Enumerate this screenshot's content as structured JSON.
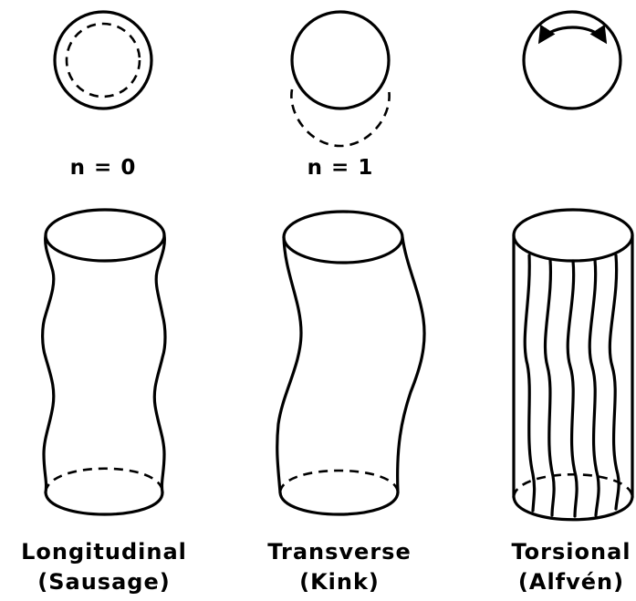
{
  "modes": [
    {
      "id": "sausage",
      "mode_number": "n = 0",
      "name": "Longitudinal",
      "alias": "(Sausage)"
    },
    {
      "id": "kink",
      "mode_number": "n = 1",
      "name": "Transverse",
      "alias": "(Kink)"
    },
    {
      "id": "torsional",
      "mode_number": "",
      "name": "Torsional",
      "alias": "(Alfvén)"
    }
  ]
}
